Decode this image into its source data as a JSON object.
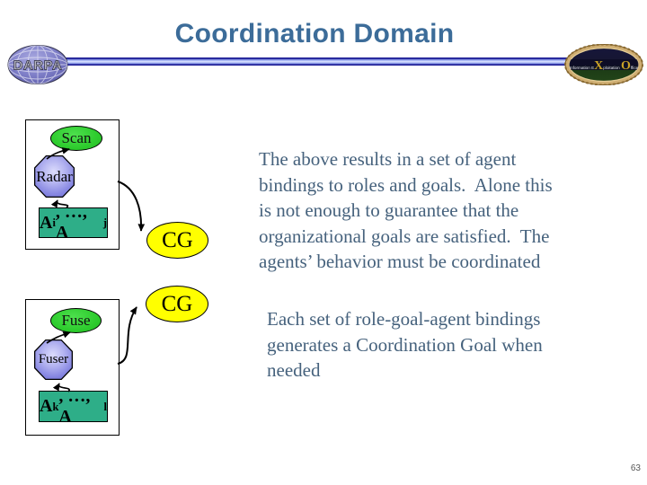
{
  "slide": {
    "title": "Coordination Domain",
    "page_number": "63"
  },
  "header": {
    "darpa_logo_text": "DARPA",
    "ixo_logo": {
      "part1": "Information E",
      "big_x": "X",
      "part2": "ploitation ",
      "big_o": "O",
      "part3": "ffice"
    }
  },
  "diagram": {
    "box1": {
      "task_label": "Scan",
      "role_label": "Radar",
      "agents": {
        "base": "A",
        "sub1": "i",
        "mid": ", …, A",
        "sub2": "j"
      }
    },
    "box2": {
      "task_label": "Fuse",
      "role_label": "Fuser",
      "agents": {
        "base": "A",
        "sub1": "k",
        "mid": ", …, A",
        "sub2": "l"
      }
    },
    "cg1_label": "CG",
    "cg2_label": "CG"
  },
  "main": {
    "paragraph1_lines": [
      "The above results in a set of agent",
      "bindings to roles and goals.  Alone this",
      "is not enough to guarantee that the",
      "organizational goals are satisfied.  The",
      "agents’ behavior must be coordinated"
    ],
    "paragraph2_lines": [
      "Each set of role-goal-agent bindings",
      "generates a Coordination Goal when",
      "needed"
    ]
  },
  "colors": {
    "title_blue": "#3c6c99",
    "body_text": "#46627d",
    "bar_blue": "#93a4ee",
    "node_green": "#2ecc2e",
    "node_purple": "#8787e2",
    "node_teal": "#2eae88",
    "cg_yellow": "#ffff00",
    "ixo_gold": "#c9a227"
  }
}
